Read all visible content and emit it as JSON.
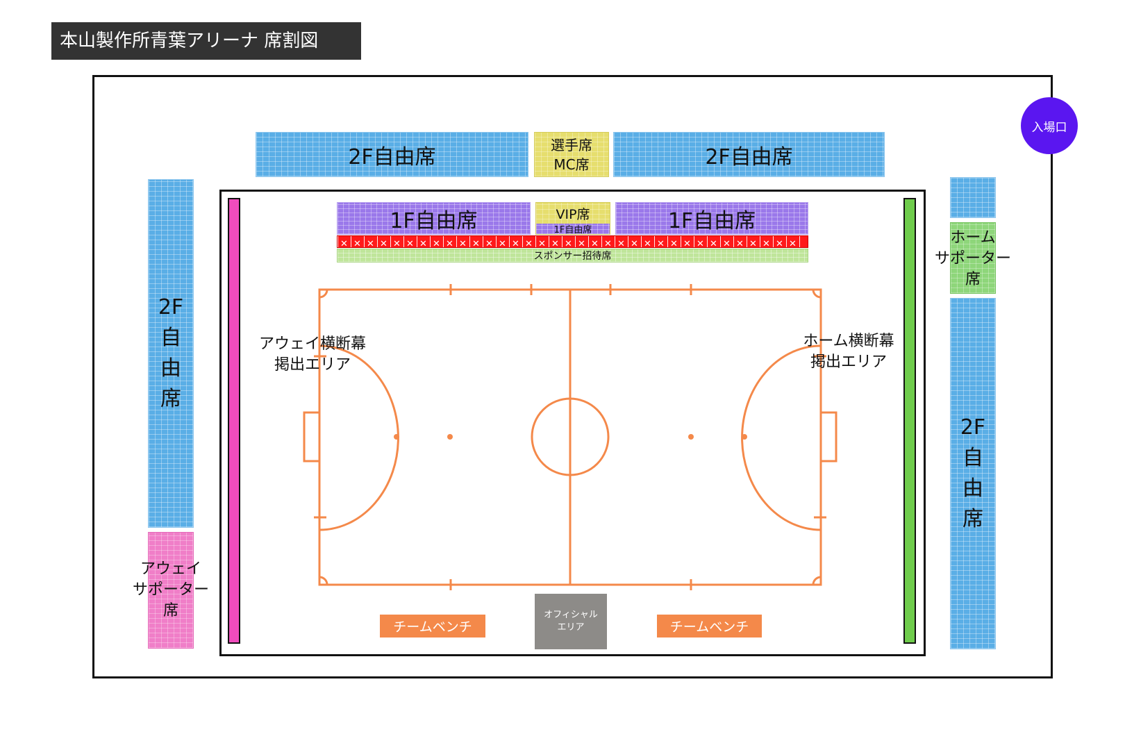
{
  "title": "本山製作所青葉アリーナ 席割図",
  "entrance": "入場口",
  "upper_left": "2F自由席",
  "upper_right": "2F自由席",
  "players_mc": "選手席\nMC席",
  "lower_left": "1F自由席",
  "lower_right": "1F自由席",
  "vip": "VIP席",
  "vip_sub": "1F自由席",
  "sponsor": "スポンサー招待席",
  "left_side_2f": "2F\n自\n由\n席",
  "right_side_2f": "2F\n自\n由\n席",
  "away_supporter": "アウェイ\nサポーター\n席",
  "home_supporter": "ホーム\nサポーター\n席",
  "away_banner": "アウェイ横断幕\n掲出エリア",
  "home_banner": "ホーム横断幕\n掲出エリア",
  "bench_left": "チームベンチ",
  "bench_right": "チームベンチ",
  "official": "オフィシャル\nエリア",
  "colors": {
    "court_line": "#f4894a",
    "entrance": "#5a16f0",
    "free_2f": "#5aaee6",
    "free_1f": "#9a78ea",
    "sponsor": "#bfe59a",
    "home": "#8ed67a",
    "away": "#f07ec8",
    "unavailable": "#ff1a1a"
  },
  "icons": [
    "x-mark-icon"
  ]
}
